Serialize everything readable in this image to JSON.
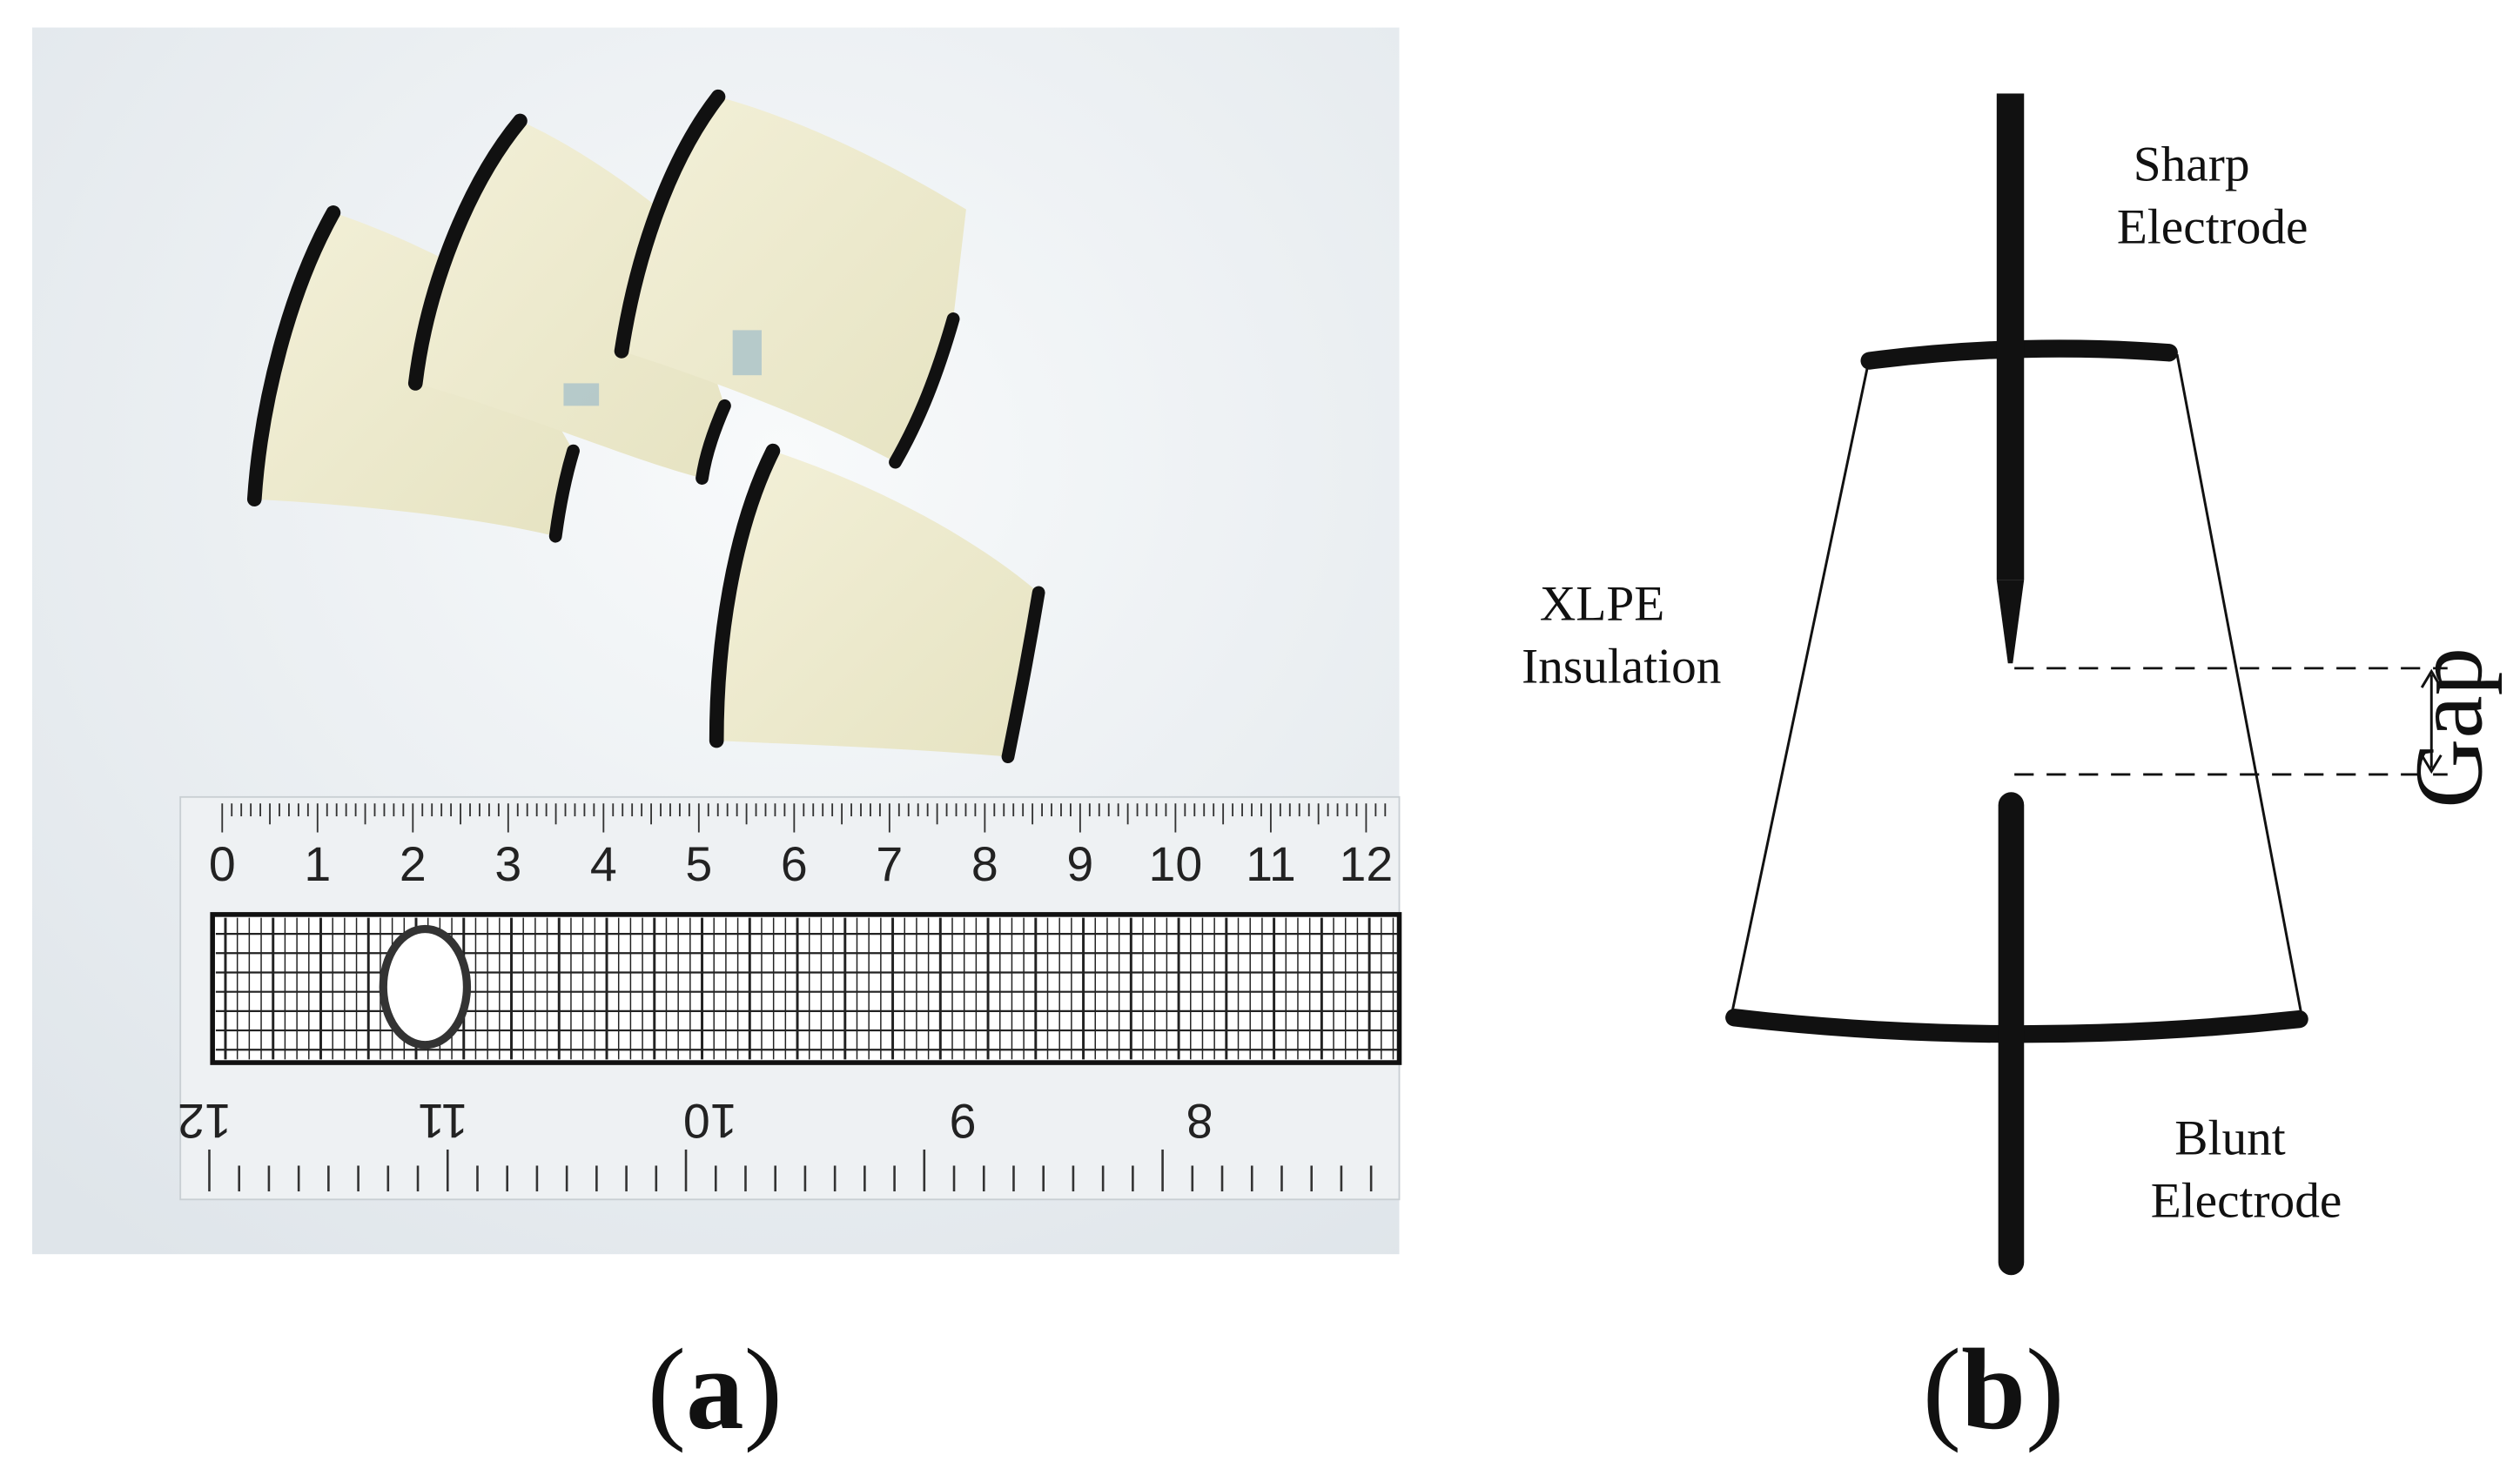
{
  "panel_a": {
    "caption_open": "(",
    "caption_letter": "a",
    "caption_close": ")",
    "ruler": {
      "top_numbers": [
        "0",
        "1",
        "2",
        "3",
        "4",
        "5",
        "6",
        "7",
        "8",
        "9",
        "10",
        "11",
        "12"
      ],
      "bottom_numbers": [
        "12",
        "11",
        "10",
        "9",
        "8"
      ]
    }
  },
  "panel_b": {
    "caption_open": "(",
    "caption_letter": "b",
    "caption_close": ")",
    "labels": {
      "sharp_line1": "Sharp",
      "sharp_line2": "Electrode",
      "xlpe_line1": "XLPE",
      "xlpe_line2": "Insulation",
      "gap": "Gap",
      "blunt_line1": "Blunt",
      "blunt_line2": "Electrode"
    }
  }
}
